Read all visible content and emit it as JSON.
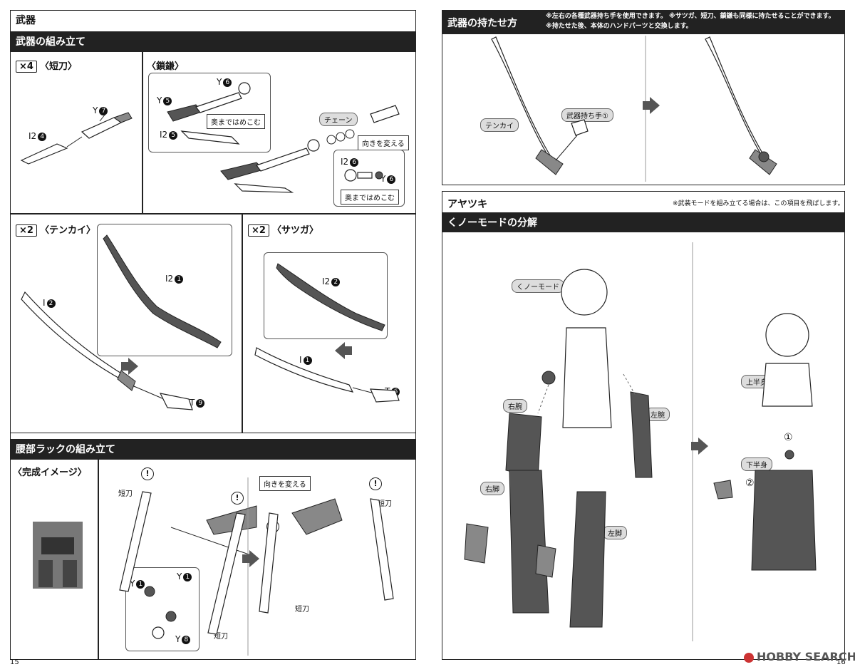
{
  "left_page": {
    "title": "武器",
    "weapon_assembly": {
      "header": "武器の組み立て",
      "tanto": {
        "multiplier": "4",
        "title": "〈短刀〉",
        "parts": [
          {
            "code": "Y",
            "num": "7"
          },
          {
            "code": "I2",
            "num": "4"
          }
        ]
      },
      "kusarigama": {
        "title": "〈鎖鎌〉",
        "parts": [
          {
            "code": "Y",
            "num": "6"
          },
          {
            "code": "Y",
            "num": "5"
          },
          {
            "code": "I2",
            "num": "5"
          },
          {
            "code": "I2",
            "num": "6"
          },
          {
            "code": "Y",
            "num": "6"
          }
        ],
        "tag_push": "奥まではめこむ",
        "tag_push_2": "奥まではめこむ",
        "tag_turn": "向きを変える",
        "label_chain": "チェーン"
      },
      "tenkai": {
        "multiplier": "2",
        "title": "〈テンカイ〉",
        "parts": [
          {
            "code": "I2",
            "num": "1"
          },
          {
            "code": "I",
            "num": "2"
          },
          {
            "code": "T",
            "num": "9"
          }
        ]
      },
      "satsuga": {
        "multiplier": "2",
        "title": "〈サツガ〉",
        "parts": [
          {
            "code": "I2",
            "num": "2"
          },
          {
            "code": "I",
            "num": "1"
          },
          {
            "code": "T",
            "num": "6"
          }
        ]
      }
    },
    "waist_rack": {
      "header": "腰部ラックの組み立て",
      "completed_title": "〈完成イメージ〉",
      "label_tanto_a": "短刀",
      "label_tanto_b": "短刀",
      "label_tanto_c": "短刀",
      "label_tanto_d": "短刀",
      "tag_turn": "向きを変える",
      "parts": [
        {
          "code": "Y",
          "num": "1"
        },
        {
          "code": "Y",
          "num": "1"
        },
        {
          "code": "Y",
          "num": "8"
        }
      ]
    },
    "page_number": "15"
  },
  "right_page": {
    "weapon_holding": {
      "title": "武器の持たせ方",
      "note_line1": "※左右の各種武器持ち手を使用できます。 ※サツガ、短刀、鎖鎌も同様に持たせることができます。",
      "note_line2": "※持たせた後、本体のハンドパーツと交換します。",
      "label_tenkai": "テンカイ",
      "label_hand": "武器持ち手①"
    },
    "ayatsuki": {
      "title": "アヤツキ",
      "note": "※武装モードを組み立てる場合は、この項目を飛ばします。",
      "disassembly_header": "くノーモードの分解",
      "label_mode": "くノーモード",
      "label_right_arm": "右腕",
      "label_left_arm": "左腕",
      "label_right_leg": "右脚",
      "label_left_leg": "左脚",
      "label_upper_body": "上半身",
      "label_lower_body": "下半身",
      "step_1": "①",
      "step_2": "②"
    },
    "page_number": "16",
    "watermark": "HOBBY SEARCH"
  },
  "colors": {
    "header_bg": "#222222",
    "header_text": "#ffffff",
    "tag_bg": "#dddddd"
  }
}
